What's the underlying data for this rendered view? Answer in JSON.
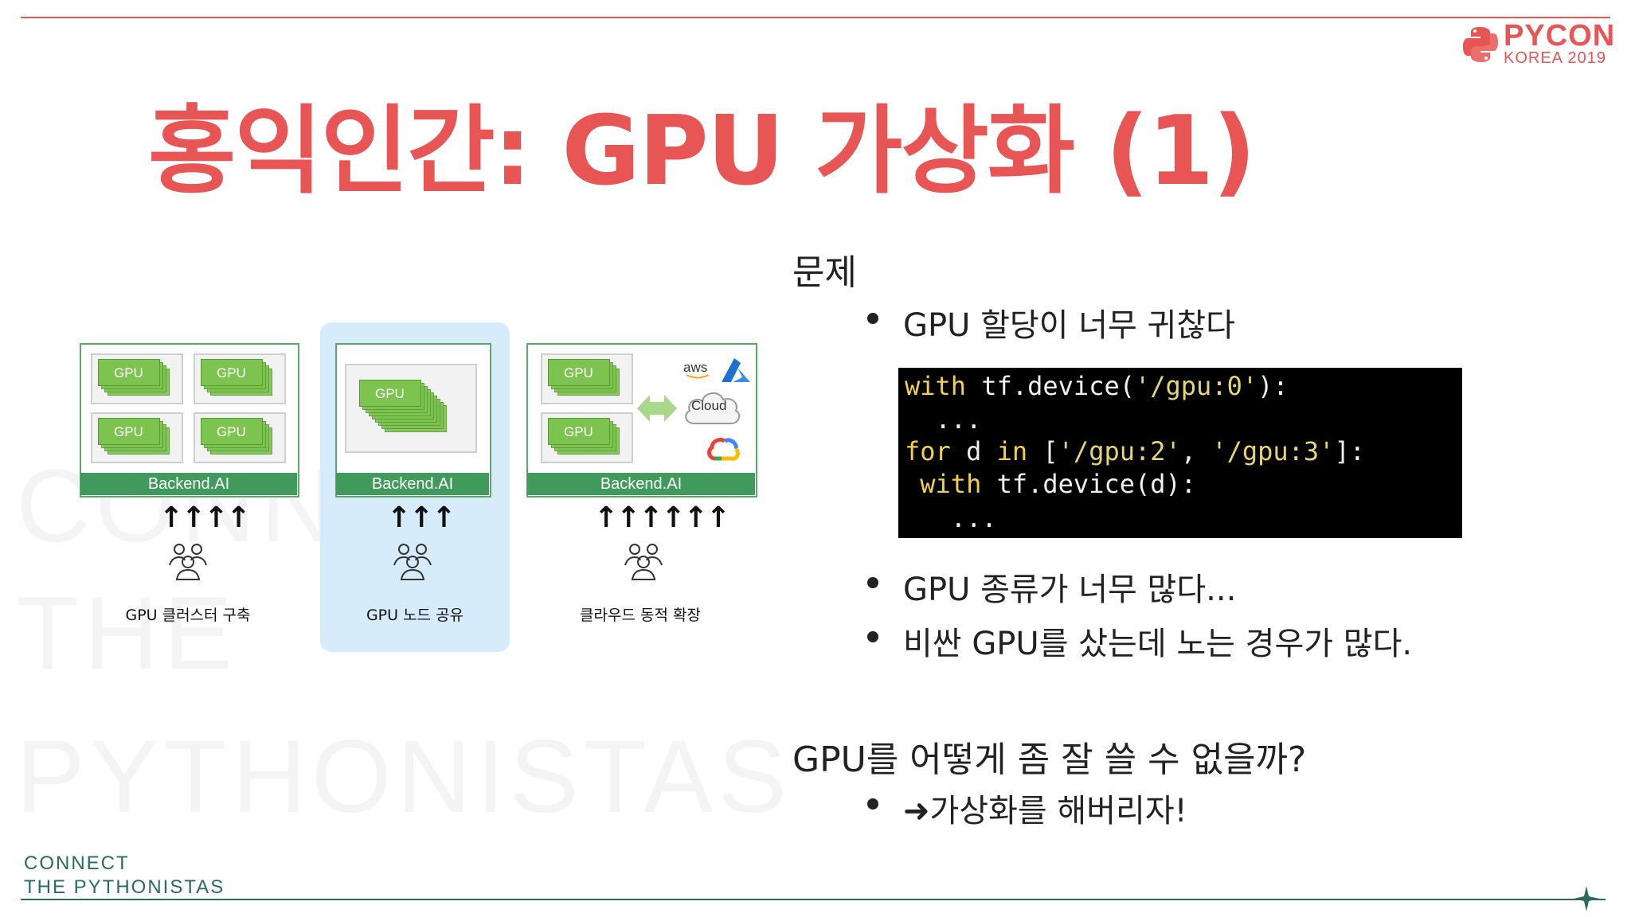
{
  "slide": {
    "title": "홍익인간: GPU 가상화 (1)",
    "logo": {
      "name": "PYCON",
      "sub": "KOREA 2019"
    },
    "watermark": {
      "line1": "CONN",
      "line2": "THE",
      "line3": "PYTHONISTAS"
    },
    "footer": {
      "line1": "CONNECT",
      "line2": "THE PYTHONISTAS"
    }
  },
  "diagram": {
    "gpu_label": "GPU",
    "backend_label": "Backend.AI",
    "panels": [
      {
        "caption": "GPU 클러스터 구축",
        "arrows": "↑↑↑↑"
      },
      {
        "caption": "GPU 노드 공유",
        "arrows": "↑↑↑"
      },
      {
        "caption": "클라우드 동적 확장",
        "arrows": "↑↑↑↑↑↑"
      }
    ],
    "cloud": {
      "aws": "aws",
      "cloud_label": "Cloud"
    }
  },
  "content": {
    "problem_heading": "문제",
    "bullets": [
      "GPU 할당이 너무 귀찮다",
      "GPU 종류가 너무 많다...",
      "비싼 GPU를 샀는데 노는 경우가 많다."
    ],
    "code": {
      "l1_kw": "with",
      "l1_rest": " tf.device(",
      "l1_str": "'/gpu:0'",
      "l1_end": "):",
      "l2": "  ...",
      "l3_kw": "for",
      "l3_mid": " d ",
      "l3_kw2": "in",
      "l3_rest": " [",
      "l3_s1": "'/gpu:2'",
      "l3_comma": ", ",
      "l3_s2": "'/gpu:3'",
      "l3_end": "]:",
      "l4_kw": " with",
      "l4_rest": " tf.device(d):",
      "l5": "   ..."
    },
    "question": "GPU를 어떻게 좀 잘 쓸 수 없을까?",
    "answer": "➜가상화를 해버리자!"
  }
}
